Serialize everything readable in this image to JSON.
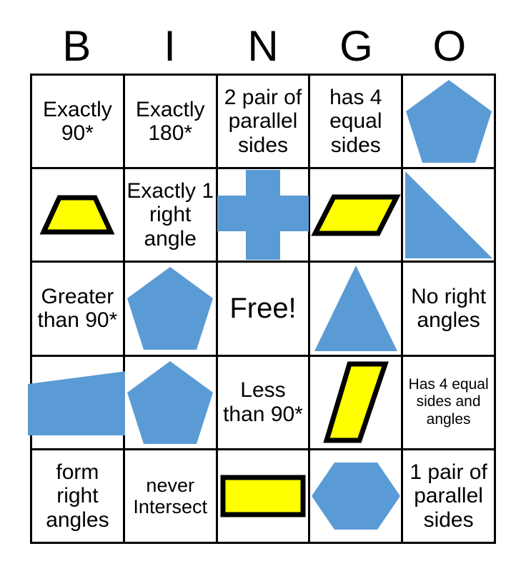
{
  "card": {
    "title": "BINGO",
    "header_letters": [
      "B",
      "I",
      "N",
      "G",
      "O"
    ],
    "colors": {
      "shape_blue": "#5B9BD5",
      "shape_yellow": "#FFFF00",
      "shape_outline": "#000000",
      "grid_line": "#000000",
      "background": "#FFFFFF",
      "text": "#000000"
    },
    "rows": [
      [
        {
          "type": "text",
          "label": "Exactly 90*"
        },
        {
          "type": "text",
          "label": "Exactly 180*"
        },
        {
          "type": "text",
          "label": "2 pair of parallel sides"
        },
        {
          "type": "text",
          "label": "has 4 equal sides"
        },
        {
          "type": "shape",
          "shape": "pentagon",
          "fill": "blue",
          "label": ""
        }
      ],
      [
        {
          "type": "shape",
          "shape": "trapezoid",
          "fill": "yellow",
          "label": ""
        },
        {
          "type": "text",
          "label": "Exactly 1 right angle"
        },
        {
          "type": "shape",
          "shape": "cross",
          "fill": "blue",
          "label": ""
        },
        {
          "type": "shape",
          "shape": "parallelogram",
          "fill": "yellow",
          "label": ""
        },
        {
          "type": "shape",
          "shape": "right-triangle",
          "fill": "blue",
          "label": ""
        }
      ],
      [
        {
          "type": "text",
          "label": "Greater than 90*"
        },
        {
          "type": "shape",
          "shape": "pentagon",
          "fill": "blue",
          "label": ""
        },
        {
          "type": "text",
          "label": "Free!"
        },
        {
          "type": "shape",
          "shape": "triangle",
          "fill": "blue",
          "label": ""
        },
        {
          "type": "text",
          "label": "No right angles"
        }
      ],
      [
        {
          "type": "shape",
          "shape": "slanted-quadrilateral",
          "fill": "blue",
          "label": ""
        },
        {
          "type": "shape",
          "shape": "pentagon",
          "fill": "blue",
          "label": ""
        },
        {
          "type": "text",
          "label": "Less than 90*"
        },
        {
          "type": "shape",
          "shape": "rhombus",
          "fill": "yellow",
          "label": ""
        },
        {
          "type": "text",
          "label": "Has 4 equal sides and angles"
        }
      ],
      [
        {
          "type": "text",
          "label": "form right angles"
        },
        {
          "type": "text",
          "label": "never Intersect"
        },
        {
          "type": "shape",
          "shape": "rectangle",
          "fill": "yellow",
          "label": ""
        },
        {
          "type": "shape",
          "shape": "hexagon",
          "fill": "blue",
          "label": ""
        },
        {
          "type": "text",
          "label": "1 pair of parallel sides"
        }
      ]
    ]
  }
}
